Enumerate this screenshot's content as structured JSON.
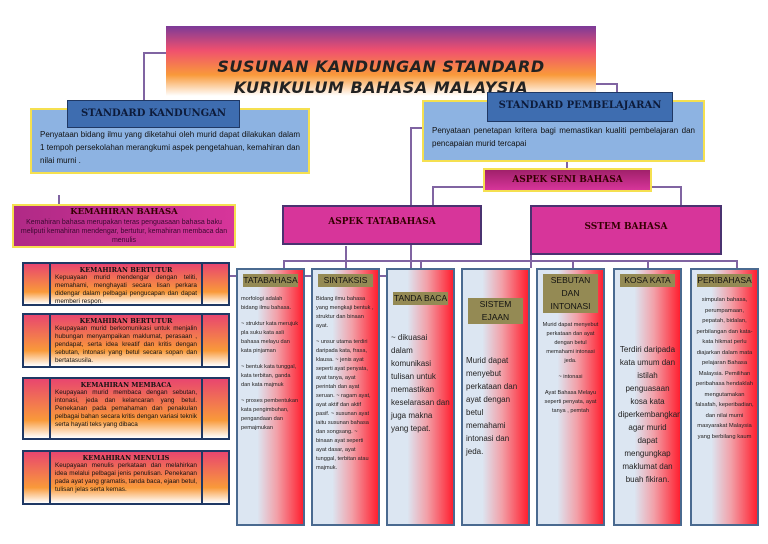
{
  "title": {
    "line1": "SUSUNAN KANDUNGAN STANDARD",
    "line2": "KURIKULUM BAHASA MALAYSIA"
  },
  "standard_kandungan": {
    "label": "STANDARD KANDUNGAN",
    "text": "Penyataan bidang ilmu yang diketahui oleh murid dapat dilakukan dalam 1 tempoh persekolahan merangkumi aspek pengetahuan, kemahiran dan nilai murni ."
  },
  "standard_pembelajaran": {
    "label": "STANDARD PEMBELAJARAN",
    "text": "Penyataan penetapan kritera bagi memastikan kualiti pembelajaran dan pencapaian murid tercapai"
  },
  "aspek_seni_bahasa": "ASPEK SENI BAHASA",
  "kemahiran_bahasa": {
    "label": "KEMAHIRAN BAHASA",
    "text": "Kemahiran bahasa merupakan teras penguasaan bahasa baku meliputi kemahiran mendengar, bertutur, kemahiran membaca dan menulis"
  },
  "aspek_tatabahasa": "ASPEK TATABAHASA",
  "sistem_bahasa": "SSTEM BAHASA",
  "skills": [
    {
      "title": "KEMAHIRAN BERTUTUR",
      "text": "Kepuayaan murid mendengar dengan teliti, memahami, menghayati secara lisan perkara didengar dalam pelbagai pengucapan dan dapat memberi respon."
    },
    {
      "title": "KEMAHIRAN BERTUTUR",
      "text": "Keupayaan murid berkomunikasi untuk menjalin hubungan menyampaikan maklumat, perasaan , pendapat, serta idea kreatif dan kritis dengan sebutan, intonasi yang betul secara sopan dan bertatasusila."
    },
    {
      "title": "KEMAHIRAN MEMBACA",
      "text": "Keupayaan murid membaca dengan sebutan, intonasi, jeda dan kelancaran yang betul. Penekanan pada pemahaman dan penakulan pelbagai bahan secara kritis dengan variasi teknik serta hayati teks yang dibaca"
    },
    {
      "title": "KEMAHIRAN MENULIS",
      "text": "Keupayaan menulis perkataan dan melahirkan idea melalui pelbagai jenis penulisan. Penekanan pada ayat yang gramatis, tanda baca, ejaan betul, tulisan jelas serta kemas."
    }
  ],
  "columns": [
    {
      "title": "TATABAHASA",
      "paras": [
        "morfologi adalah bidang ilmu bahasa.",
        "~ struktur kata merujuk pla suku kata asli bahasa melayu dan kata pinjaman",
        "~ bentuk kata tunggal, kata terbitan, ganda dan kata majmuk",
        "~ proses pembentukan kata pengimbuhan, pengandaan dan pemajmukan"
      ]
    },
    {
      "title": "SINTAKSIS",
      "paras": [
        "Bidang ilmu bahasa yang mengkaji bentuk , struktur dan binaan ayat.",
        "~ unsur utama terdiri daripada kata, frasa, klausa. ~ jenis ayat seperti ayat penyata, ayat tanya, ayat perintah dan ayat seruan. ~ ragam ayat, ayat aktif dan aktif pasif. ~ susunan ayat iaitu susunan bahasa dan songsang. ~ binaan ayat seperti ayat dasar, ayat tunggal, terbitan atau majmuk."
      ]
    },
    {
      "title": "TANDA BACA",
      "paras": [
        "~ dikuasai dalam komunikasi tulisan untuk memastikan keselarasan dan juga makna yang tepat."
      ]
    },
    {
      "title": "SISTEM EJAAN",
      "paras": [
        "Murid dapat menyebut perkataan dan ayat dengan betul memahami intonasi dan jeda."
      ]
    },
    {
      "title": "SEBUTAN DAN INTONASI",
      "paras": [
        "Murid dapat menyebut perkataan dan ayat dengan betul memahami intonasi jeda.",
        "~ intonasi",
        "Ayat Bahasa Melayu seperti penyata, ayat tanya , pemtah"
      ]
    },
    {
      "title": "KOSA KATA",
      "paras": [
        "Terdiri daripada kata umum dan istilah penguasaan kosa kata diperkembangkan agar murid dapat mengungkap maklumat dan buah fikiran."
      ]
    },
    {
      "title": "PERIBAHASA",
      "paras": [
        "simpulan bahasa, perumpamaan, pepatah, bidalan, perbilangan dan kata-kata hikmat perlu diajarkan dalam mata pelajaran Bahasa Malaysia. Pemilihan peribahasa hendaklah mengutamakan falsafah, keperibadian, dan nilai murni masyarakat Malaysia yang berbilang kaum"
      ]
    }
  ],
  "colors": {
    "connector": "#8064a2",
    "magenta": "#d7359a",
    "blue": "#8db3e2",
    "header": "#948a54"
  }
}
